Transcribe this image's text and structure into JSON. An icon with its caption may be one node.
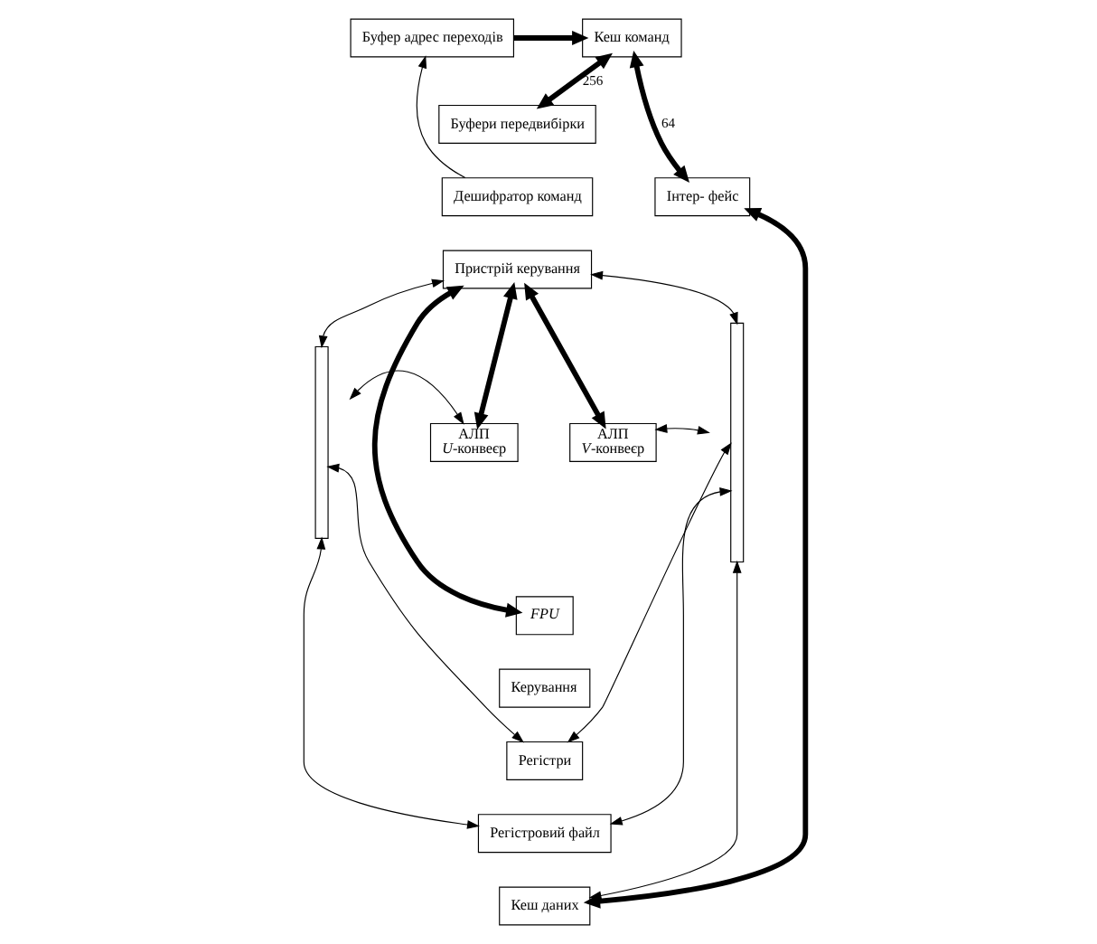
{
  "diagram": {
    "nodes": [
      {
        "text": [
          "Кеш команд"
        ]
      },
      {
        "text": [
          "Буфер адрес переходів"
        ]
      },
      {
        "text": [
          "Інтер- фейс"
        ]
      },
      {
        "text": [
          "Буфери передвибірки"
        ]
      },
      {
        "text": [
          "Дешифратор команд"
        ]
      },
      {
        "text": [
          "Пристрій керування"
        ]
      },
      {
        "text": [],
        "shape": "bar"
      },
      {
        "text": [
          "АЛП",
          "*U*-конвеєр"
        ]
      },
      {
        "text": [
          "АЛП",
          "*V*-конвеєр"
        ]
      },
      {
        "text": [],
        "shape": "bar"
      },
      {
        "text": [
          "FPU"
        ]
      },
      {
        "text": [
          "Керування"
        ]
      },
      {
        "text": [
          "Регістри"
        ]
      },
      {
        "text": [
          "Регістровий файл"
        ]
      },
      {
        "text": [
          "Кеш даних"
        ]
      }
    ],
    "edges": [
      {
        "from": 1,
        "to": 0,
        "arrow": "to",
        "style": "thick"
      },
      {
        "from": 0,
        "to": 3,
        "arrow": "both",
        "style": "thick",
        "label": "256"
      },
      {
        "from": 4,
        "to": 1,
        "arrow": "to"
      },
      {
        "from": 2,
        "to": 0,
        "arrow": "both",
        "style": "thick",
        "label": "64"
      },
      {
        "from": 2,
        "to": 14,
        "arrow": "both",
        "style": "thick"
      },
      {
        "from": 6,
        "to": 5,
        "arrow": "both"
      },
      {
        "from": 5,
        "to": 9,
        "arrow": "both"
      },
      {
        "from": 5,
        "to": 7,
        "arrow": "both",
        "style": "thick"
      },
      {
        "from": 5,
        "to": 8,
        "arrow": "both",
        "style": "thick"
      },
      {
        "from": 5,
        "to": 10,
        "arrow": "both",
        "style": "thick"
      },
      {
        "from": 6,
        "to": 7,
        "arrow": "both"
      },
      {
        "from": 8,
        "to": 9,
        "arrow": "both"
      },
      {
        "from": 6,
        "to": 12,
        "arrow": "both"
      },
      {
        "from": 12,
        "to": 9,
        "arrow": "both"
      },
      {
        "from": 6,
        "to": 13,
        "arrow": "both"
      },
      {
        "from": 13,
        "to": 9,
        "arrow": "both"
      },
      {
        "from": 14,
        "to": 9,
        "arrow": "both"
      }
    ]
  }
}
